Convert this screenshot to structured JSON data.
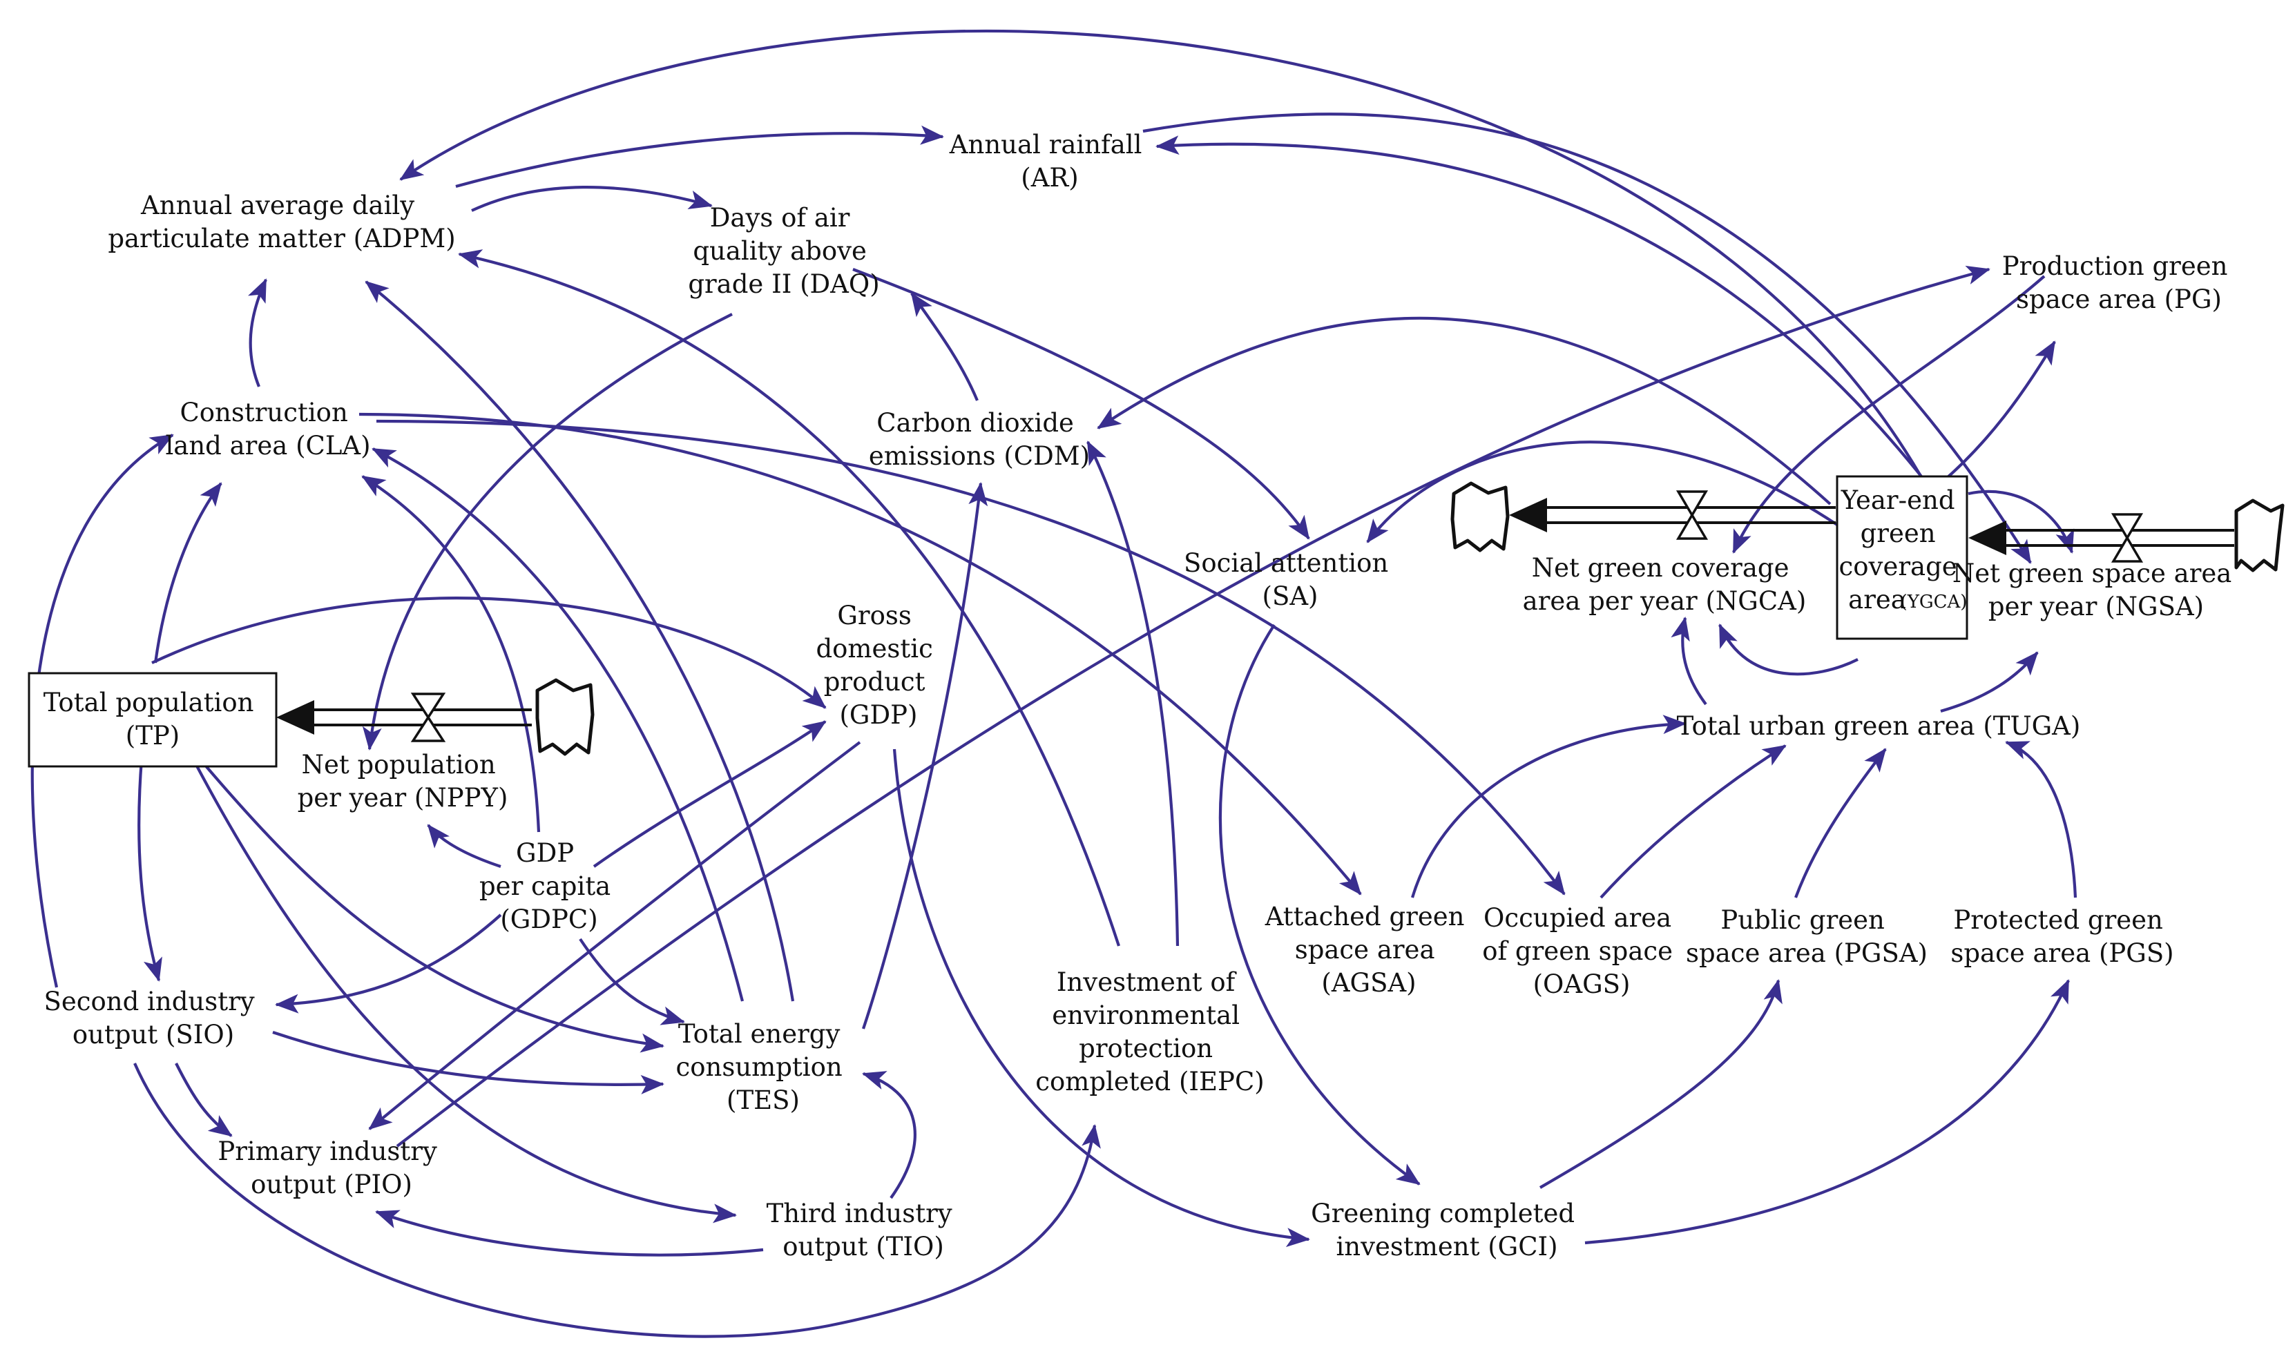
{
  "colors": {
    "link": "#3a2f8f",
    "stock_border": "#111111",
    "text": "#111111",
    "background": "#ffffff"
  },
  "nodes": {
    "adpm": [
      "Annual average daily",
      "particulate matter (ADPM)"
    ],
    "ar": [
      "Annual rainfall",
      "(AR)"
    ],
    "daq": [
      "Days of air",
      "quality above",
      "grade II (DAQ)"
    ],
    "pg": [
      "Production green",
      "space area (PG)"
    ],
    "cla": [
      "Construction",
      "land area (CLA)"
    ],
    "cdm": [
      "Carbon dioxide",
      "emissions (CDM)"
    ],
    "sa": [
      "Social attention",
      "(SA)"
    ],
    "ngca": [
      "Net green coverage",
      "area per year (NGCA)"
    ],
    "ygca": [
      "Year-end",
      "green",
      "coverage",
      "area"
    ],
    "ygca_abbr": "(YGCA)",
    "ngsa": [
      "Net green space area",
      "per year (NGSA)"
    ],
    "tp": [
      "Total population",
      "(TP)"
    ],
    "gdp": [
      "Gross",
      "domestic",
      "product",
      "(GDP)"
    ],
    "nppy": [
      "Net population",
      "per year (NPPY)"
    ],
    "tuga": [
      "Total urban green area (TUGA)"
    ],
    "gdpc": [
      "GDP",
      "per capita",
      "(GDPC)"
    ],
    "agsa": [
      "Attached green",
      "space area",
      "(AGSA)"
    ],
    "oags": [
      "Occupied area",
      "of green space",
      "(OAGS)"
    ],
    "pgsa": [
      "Public green",
      "space area (PGSA)"
    ],
    "pgs": [
      "Protected green",
      "space area (PGS)"
    ],
    "sio": [
      "Second industry",
      "output (SIO)"
    ],
    "iepc": [
      "Investment of",
      "environmental",
      "protection",
      "completed (IEPC)"
    ],
    "tes": [
      "Total energy",
      "consumption",
      "(TES)"
    ],
    "pio": [
      "Primary industry",
      "output (PIO)"
    ],
    "tio": [
      "Third industry",
      "output (TIO)"
    ],
    "gci": [
      "Greening completed",
      "investment (GCI)"
    ]
  },
  "icons": {
    "tp_source": "cloud-icon",
    "ygca_sink": "cloud-icon",
    "ngsa_source": "cloud-icon",
    "flow_valve": "valve-icon"
  }
}
